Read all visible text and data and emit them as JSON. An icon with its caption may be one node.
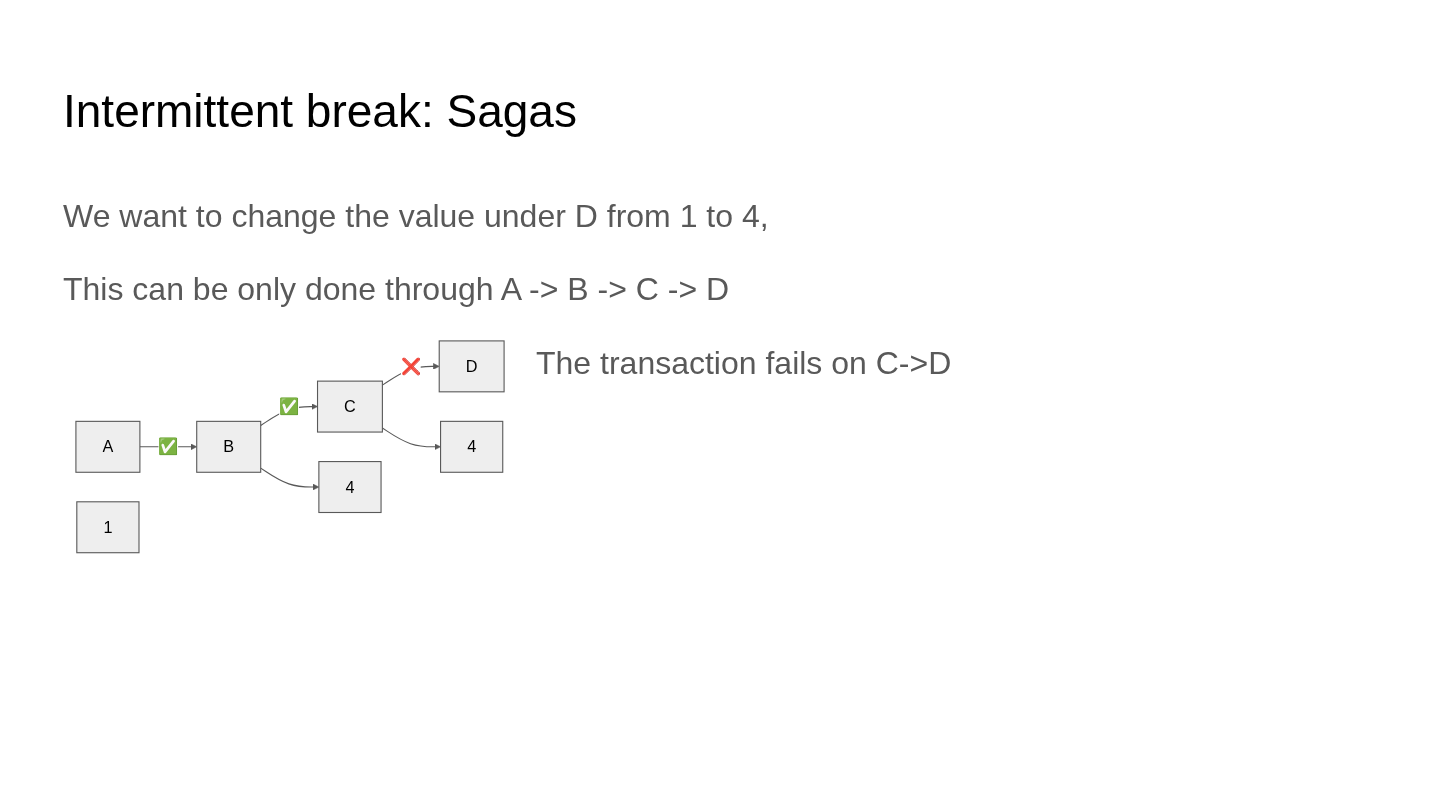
{
  "diagram": {
    "title": "Intermittent break: Sagas",
    "nodes": [
      {
        "text": [
          "A"
        ]
      },
      {
        "text": [
          "B"
        ]
      },
      {
        "text": [
          "C"
        ]
      },
      {
        "text": [
          "D"
        ]
      },
      {
        "text": [
          "4"
        ]
      },
      {
        "text": [
          "4"
        ]
      },
      {
        "text": [
          "1"
        ]
      }
    ],
    "edges": [
      {
        "from": 0,
        "to": 1,
        "arrow": "to",
        "label": "✅"
      },
      {
        "from": 1,
        "to": 2,
        "arrow": "to",
        "label": "✅"
      },
      {
        "from": 2,
        "to": 3,
        "arrow": "to",
        "label": "❌"
      },
      {
        "from": 1,
        "to": 4,
        "arrow": "to"
      },
      {
        "from": 2,
        "to": 5,
        "arrow": "to"
      }
    ],
    "labels": [
      "We want to change the value under D from 1 to 4,",
      "This can be only done through A -> B -> C -> D",
      "The transaction fails on C->D"
    ]
  }
}
